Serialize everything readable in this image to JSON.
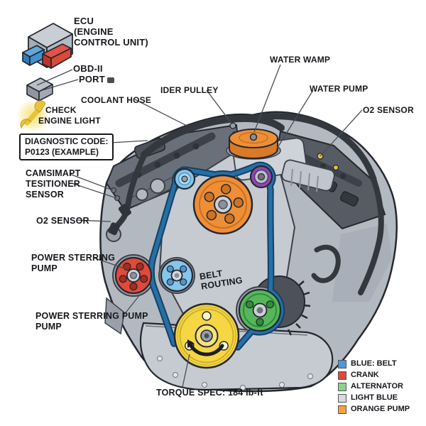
{
  "labels": {
    "ecu": {
      "line1": "ECU",
      "line2": "(ENGINE",
      "line3": "CONTROL UNIT)"
    },
    "obd": {
      "line1": "OBD-II",
      "line2": "PORT"
    },
    "coolant_hose": "COOLANT HOSE",
    "check_engine": {
      "line1": "CHECK",
      "line2": "ENGINE LIGHT"
    },
    "diagnostic_code": {
      "line1": "DIAGNOSTIC CODE:",
      "line2": "P0123 (EXAMPLE)"
    },
    "cam_sensor": {
      "line1": "CAMSIMAPT",
      "line2": "TESITIONER",
      "line3": "SENSOR"
    },
    "o2_sensor_left": "O2 SENSOR",
    "power_steering_1": {
      "line1": "POWER STERRING",
      "line2": "PUMP"
    },
    "power_steering_2": {
      "line1": "POWER STERRING PUMP",
      "line2": "PUMP"
    },
    "idler_pulley": "IDER PULLEY",
    "water_wamp": "WATER WAMP",
    "water_pump": "WATER PUMP",
    "o2_sensor_right": "O2 SENSOR",
    "belt_routing": {
      "line1": "BELT",
      "line2": "ROUTING"
    },
    "torque_spec": "TORQUE SPEC: 184 lb-ft"
  },
  "legend": {
    "items": [
      {
        "label": "BLUE: BELT",
        "color": "#4f97d9"
      },
      {
        "label": "CRANK",
        "color": "#e0493a"
      },
      {
        "label": "ALTERNATOR",
        "color": "#8ed08e"
      },
      {
        "label": "LIGHT BLUE",
        "color": "#d8dbde"
      },
      {
        "label": "ORANGE PUMP",
        "color": "#f2a23e"
      }
    ]
  },
  "colors": {
    "belt": "#2470a8",
    "crank_pulley": "#f4d743",
    "power_steering_pulley": "#e2493a",
    "alternator_pulley": "#57b65c",
    "idler_pulleys": "#85c6ec",
    "water_pump_cap": "#ee8f38",
    "tensioner": "#8c49ad",
    "check_engine_glow": "#e9c43a"
  }
}
